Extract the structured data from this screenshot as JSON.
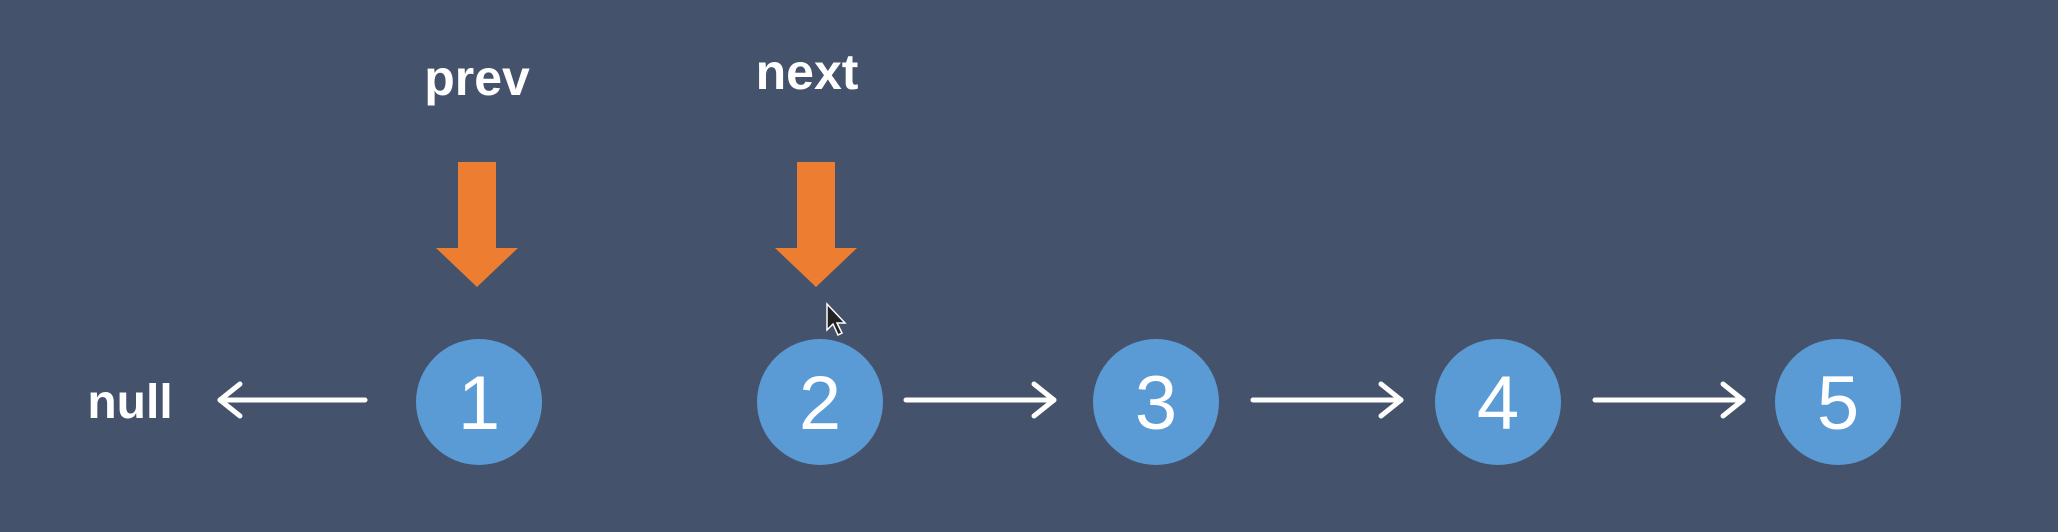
{
  "pointers": [
    {
      "label": "prev",
      "node_index": 0
    },
    {
      "label": "next",
      "node_index": 1
    }
  ],
  "null_label": "null",
  "nodes": [
    "1",
    "2",
    "3",
    "4",
    "5"
  ],
  "links": [
    {
      "from": "1",
      "to": "null"
    },
    {
      "from": "2",
      "to": "3"
    },
    {
      "from": "3",
      "to": "4"
    },
    {
      "from": "4",
      "to": "5"
    }
  ],
  "colors": {
    "background": "#45526b",
    "node": "#5b9bd5",
    "pointer_arrow": "#ed7d31",
    "link": "#ffffff"
  }
}
